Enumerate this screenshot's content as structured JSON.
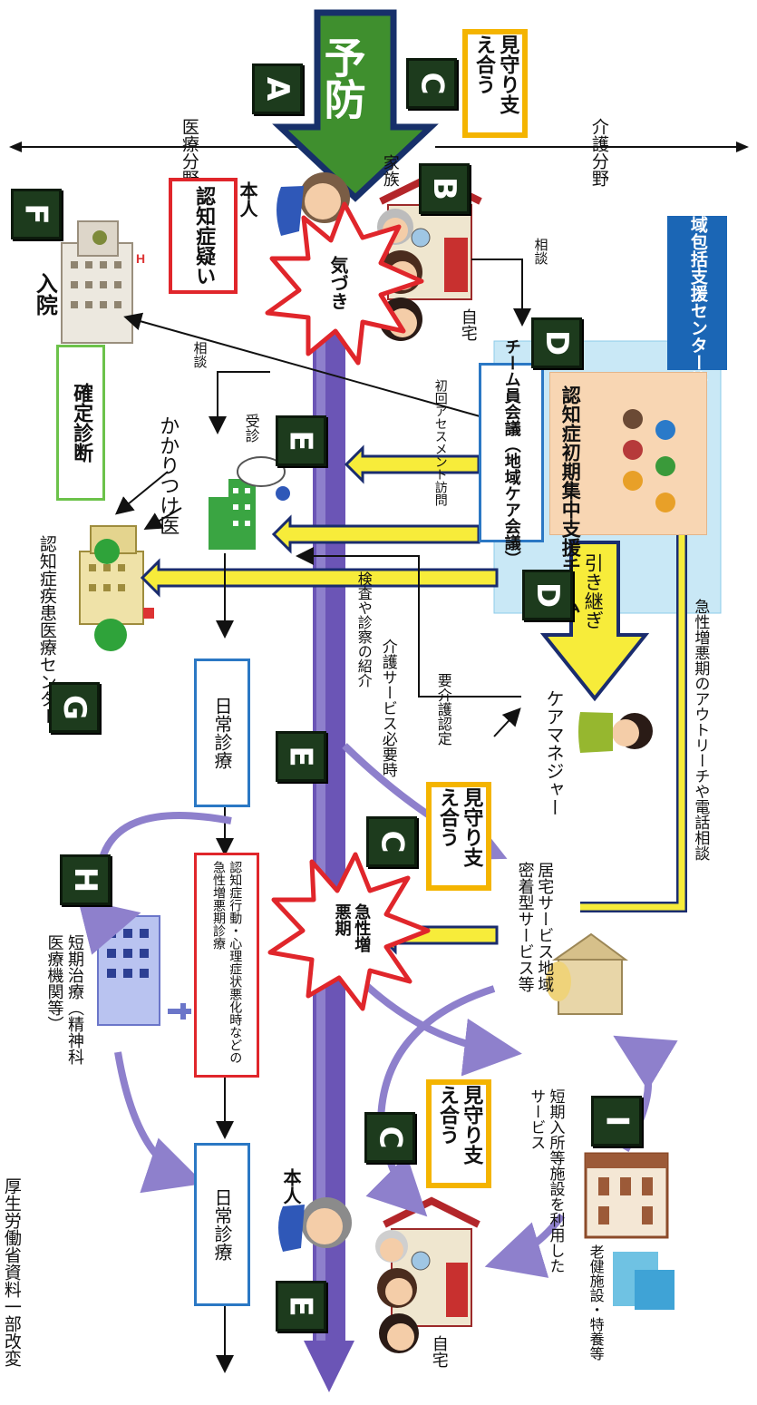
{
  "letters": [
    "A",
    "B",
    "C",
    "D",
    "E",
    "F",
    "G",
    "H",
    "I"
  ],
  "labels": {
    "yobou": "予防",
    "mimamori": "見守り支え合う",
    "iryo": "医療分野",
    "kaigo": "介護分野",
    "honnin": "本人",
    "kazoku": "家族",
    "ninchisho_utagai": "認知症疑い",
    "kizuki": "気づき",
    "jitaku": "自宅",
    "soudan": "相談",
    "houkatsu": "地域包括支援センター等",
    "support_team": "認知症初期集中支援チーム",
    "team_meeting": "チーム員会議（地域ケア会議）",
    "shokai_assessment": "初回アセスメント訪問",
    "nyuin": "入院",
    "kakutei": "確定診断",
    "jushin": "受診",
    "kakaritsuke": "かかりつけ医",
    "center": "認知症疾患医療センター",
    "kensa": "検査や診察の紹介",
    "hikitsugi": "引き継ぎ",
    "outreach": "急性増悪期のアウトリーチや電話相談",
    "caremanager": "ケアマネジャー",
    "youkaigo": "要介護認定",
    "kaigo_service": "介護サービス必要時",
    "nichijo": "日常診療",
    "kyusei": "急性増悪期",
    "kyusei_shinryo": "認知症行動・心理症状悪化時などの急性増悪期診療",
    "kyotaku": "居宅サービス地域密着型サービス等",
    "tanki_chiryo": "短期治療（精神科医療機関等）",
    "tanki_nyusho": "短期入所等施設を利用したサービス",
    "roken": "老健施設・特養等",
    "source": "厚生労働省資料一部改変"
  },
  "colors": {
    "green_arrow": "#3f8f2e",
    "green_arrow_border": "#17306a",
    "purple": "#6b55b6",
    "purple_light": "#8e80cc",
    "yellow": "#f7ec3a",
    "yellow_border": "#1a2c6e",
    "blue_box": "#1b66b5",
    "red": "#e0262b",
    "gold": "#f4b400",
    "letter_bg": "#1d3b1d"
  }
}
